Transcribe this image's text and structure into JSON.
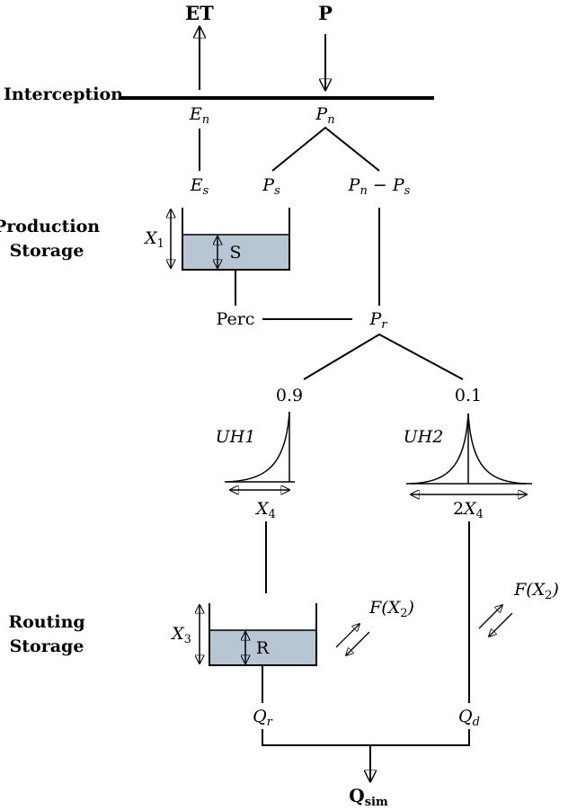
{
  "colors": {
    "storage_fill": "#b8c6d3",
    "line": "#000000"
  },
  "labels": {
    "et": "ET",
    "p": "P",
    "interception": "Interception",
    "production_line1": "Production",
    "production_line2": "Storage",
    "routing_line1": "Routing",
    "routing_line2": "Storage",
    "en": {
      "base": "E",
      "sub": "n"
    },
    "pn": {
      "base": "P",
      "sub": "n"
    },
    "es": {
      "base": "E",
      "sub": "s"
    },
    "ps": {
      "base": "P",
      "sub": "s"
    },
    "pn_minus_ps": {
      "a": "P",
      "a_sub": "n",
      "op": " − ",
      "b": "P",
      "b_sub": "s"
    },
    "x1": {
      "base": "X",
      "sub": "1"
    },
    "s_store": "S",
    "perc": "Perc",
    "pr": {
      "base": "P",
      "sub": "r"
    },
    "split_09": "0.9",
    "split_01": "0.1",
    "uh1": "UH1",
    "uh2": "UH2",
    "x4": {
      "base": "X",
      "sub": "4"
    },
    "two_x4": {
      "coef": "2",
      "base": "X",
      "sub": "4"
    },
    "x3": {
      "base": "X",
      "sub": "3"
    },
    "r_store": "R",
    "fx2_left": {
      "pre": "F(",
      "base": "X",
      "sub": "2",
      "post": ")"
    },
    "fx2_right": {
      "pre": "F(",
      "base": "X",
      "sub": "2",
      "post": ")"
    },
    "qr": {
      "base": "Q",
      "sub": "r"
    },
    "qd": {
      "base": "Q",
      "sub": "d"
    },
    "qsim": {
      "base": "Q",
      "sub": "sim"
    }
  }
}
